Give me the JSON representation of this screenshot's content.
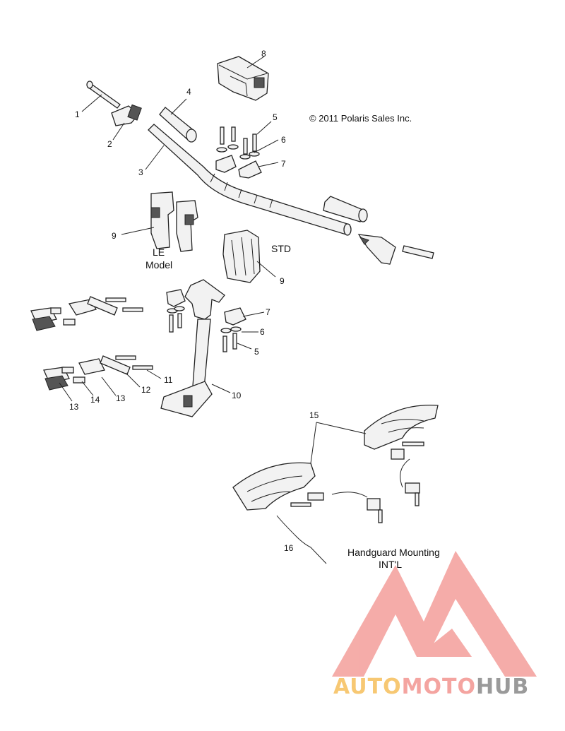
{
  "copyright": "© 2011 Polaris Sales Inc.",
  "captions": {
    "le_model_line1": "LE",
    "le_model_line2": "Model",
    "std": "STD",
    "handguard_line1": "Handguard Mounting",
    "handguard_line2": "INT'L"
  },
  "callouts": [
    "1",
    "2",
    "3",
    "4",
    "5",
    "6",
    "7",
    "8",
    "9",
    "9",
    "7",
    "6",
    "5",
    "10",
    "11",
    "12",
    "13",
    "13",
    "14",
    "15",
    "16"
  ],
  "watermark": {
    "part1": "AUTO",
    "part2": "MOTO",
    "part3": "HUB",
    "colors": {
      "logo": "#f4a4a0",
      "auto": "#f7c873",
      "moto": "#f4a4a0",
      "hub": "#9a9a9a"
    }
  }
}
